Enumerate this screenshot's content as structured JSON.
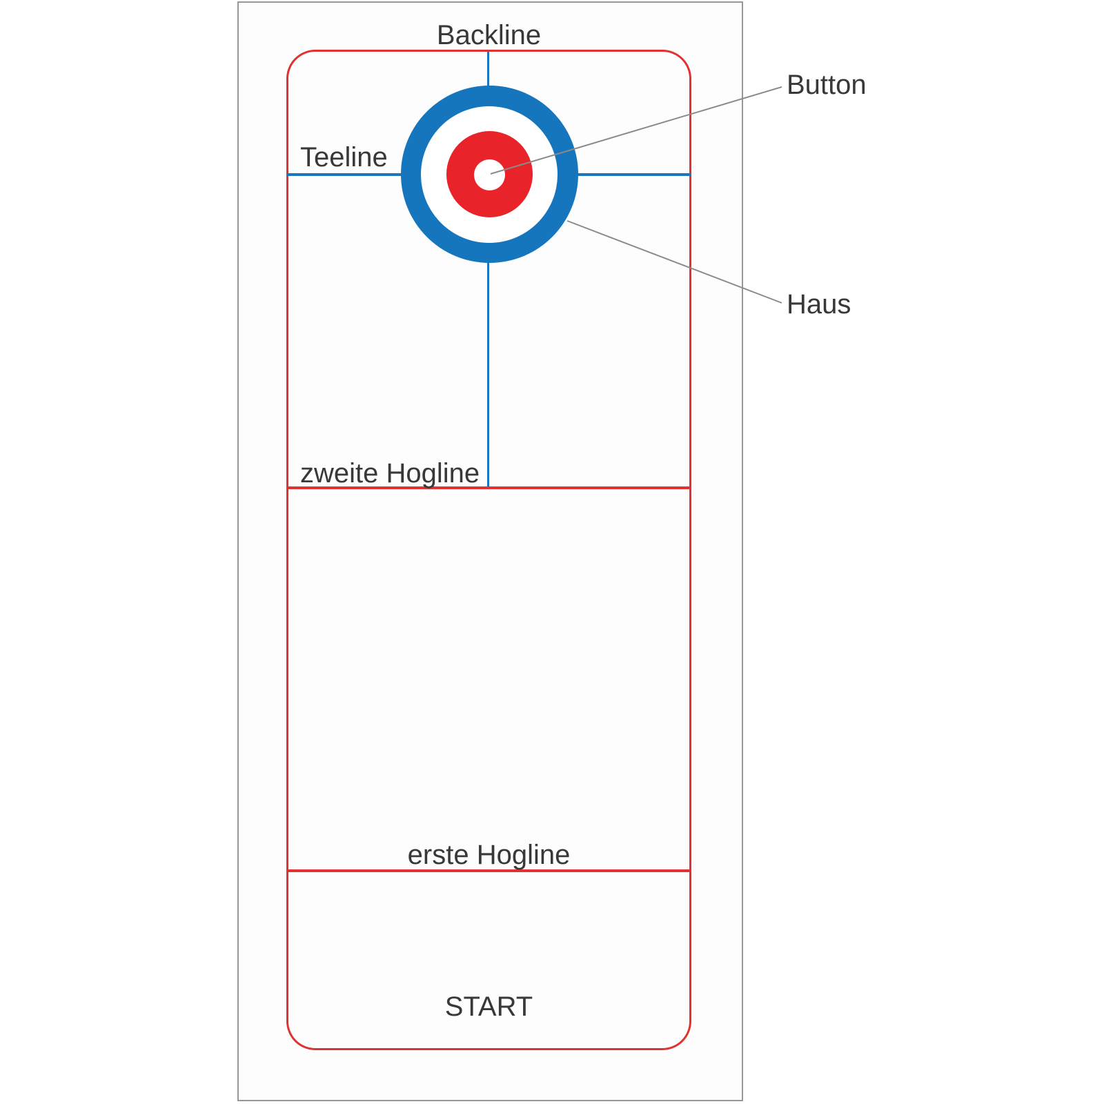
{
  "diagram": {
    "type": "curling-sheet-diagram",
    "labels": {
      "backline": "Backline",
      "teeline": "Teeline",
      "button": "Button",
      "haus": "Haus",
      "zweite_hogline": "zweite Hogline",
      "erste_hogline": "erste Hogline",
      "start": "START"
    },
    "colors": {
      "line_red": "#e03230",
      "line_blue": "#1b76c0",
      "house_blue": "#1576bd",
      "house_red": "#e8232a",
      "label_text": "#383838",
      "leader_line": "#8a8a8a",
      "frame_border": "#979797"
    }
  }
}
